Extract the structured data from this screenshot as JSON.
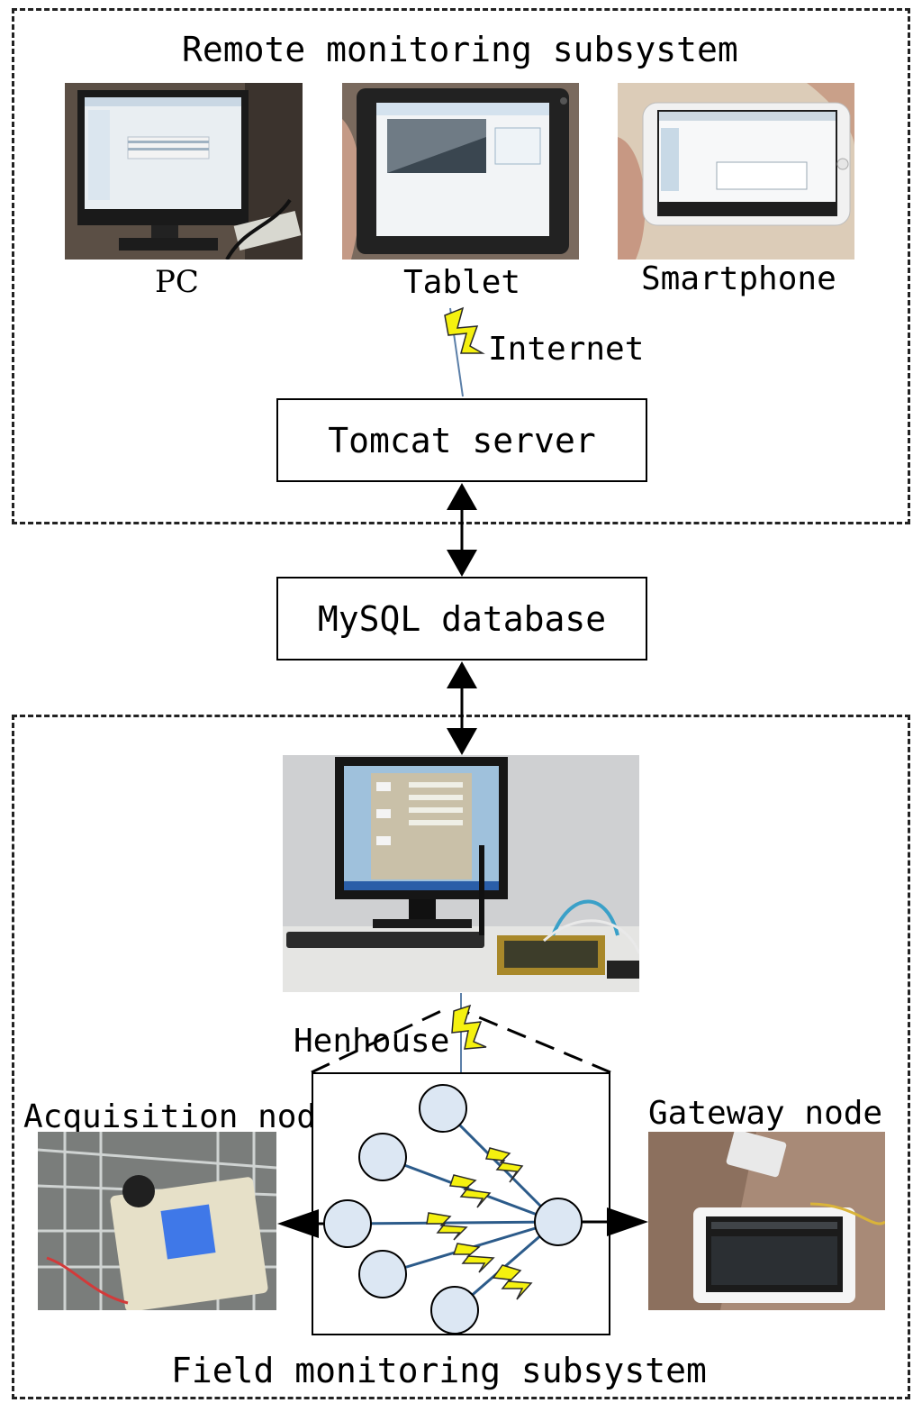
{
  "remote": {
    "title": "Remote monitoring subsystem"
  },
  "devices": {
    "pc": "PC",
    "tablet": "Tablet",
    "smartphone": "Smartphone"
  },
  "link": {
    "internet": "Internet"
  },
  "tomcat": {
    "label": "Tomcat server"
  },
  "mysql": {
    "label": "MySQL database"
  },
  "field": {
    "title": "Field monitoring subsystem",
    "henhouse": "Henhouse",
    "acquisition": "Acquisition node",
    "gateway": "Gateway node"
  }
}
